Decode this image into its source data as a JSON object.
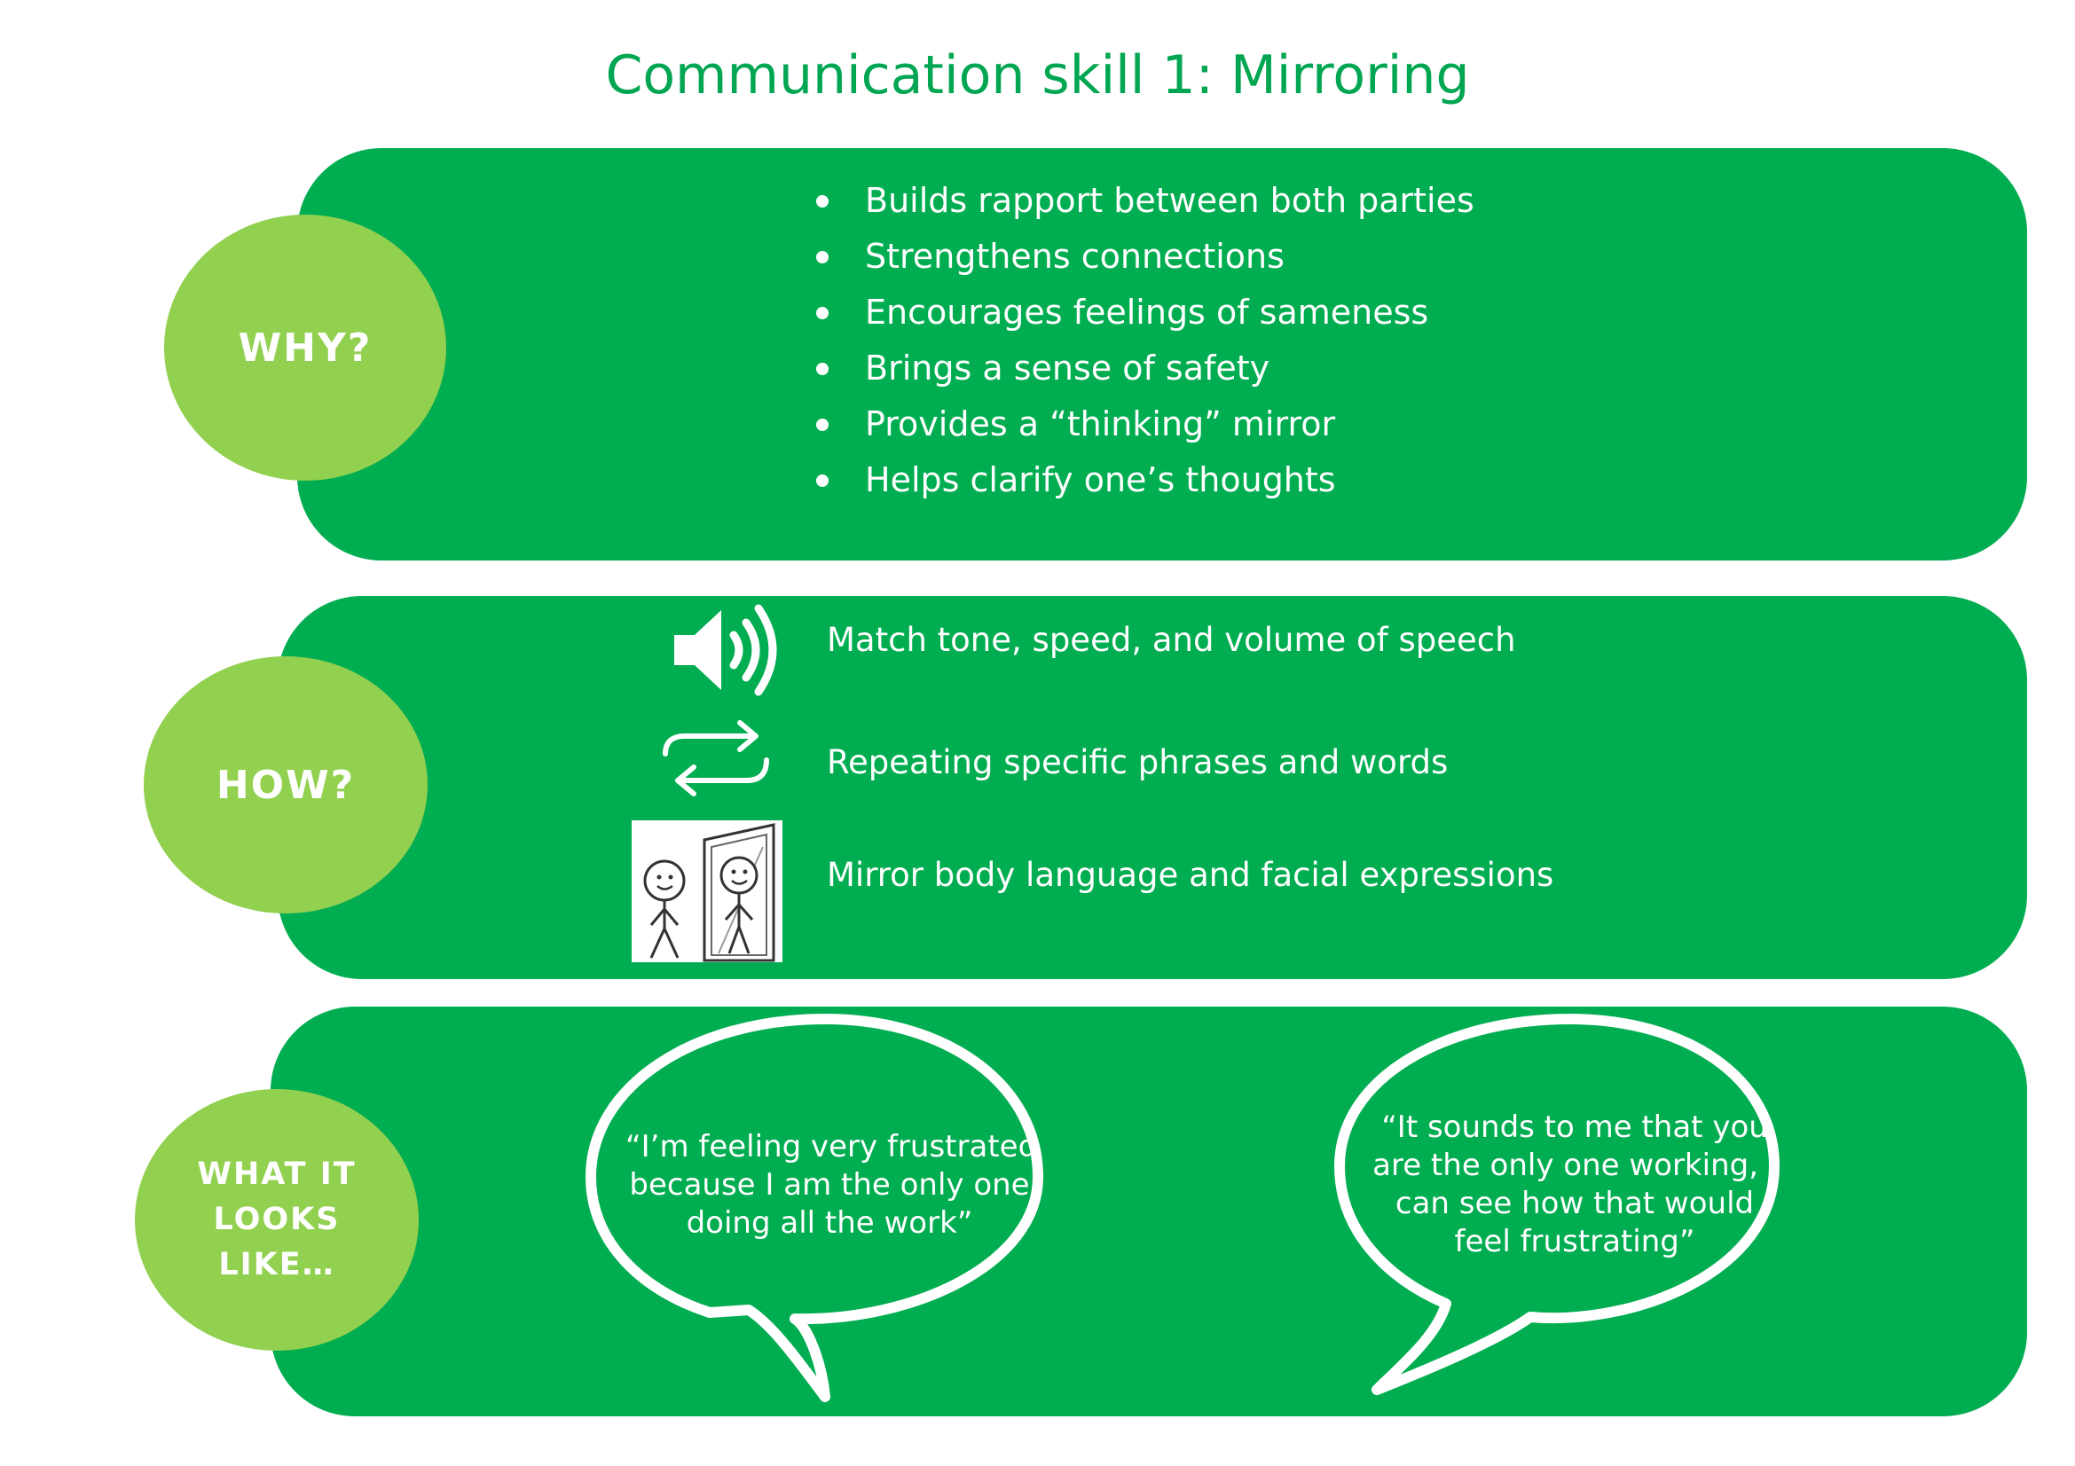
{
  "title": "Communication skill 1: Mirroring",
  "colors": {
    "title": "#00a651",
    "panel": "#00ad50",
    "circle": "#92d050",
    "text": "#ffffff"
  },
  "why": {
    "label": "WHY?",
    "bullets": [
      "Builds rapport between both parties",
      "Strengthens connections",
      "Encourages feelings of sameness",
      "Brings a sense of safety",
      "Provides a “thinking” mirror",
      "Helps clarify one’s thoughts"
    ]
  },
  "how": {
    "label": "HOW?",
    "items": [
      {
        "icon": "speaker-icon",
        "text": "Match tone, speed, and volume of speech"
      },
      {
        "icon": "repeat-arrows-icon",
        "text": "Repeating specific phrases and words"
      },
      {
        "icon": "stick-figure-mirror-icon",
        "text": "Mirror body language and facial expressions"
      }
    ]
  },
  "looks_like": {
    "label_lines": [
      "WHAT IT",
      "LOOKS",
      "LIKE…"
    ],
    "speech_bubbles": [
      {
        "lines": [
          "“I’m feeling very frustrated",
          "because I am the only one",
          "doing all the work”"
        ]
      },
      {
        "lines": [
          "“It sounds to me that you",
          "are the only one working, I",
          "can see how that would",
          "feel frustrating”"
        ]
      }
    ]
  }
}
